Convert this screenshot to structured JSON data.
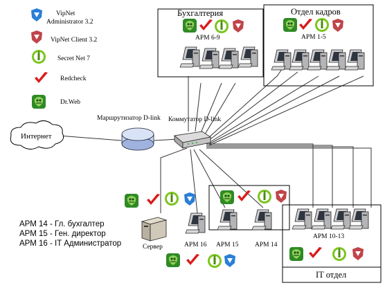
{
  "legend": [
    {
      "icon": "vipnet-administrator-icon",
      "label_line1": "VipNet",
      "label_line2": "Administrator 3.2",
      "color": "#2a7fd6"
    },
    {
      "icon": "vipnet-client-icon",
      "label_line1": "VipNet Client 3.2",
      "label_line2": "",
      "color": "#c0444a"
    },
    {
      "icon": "secret-net-icon",
      "label_line1": "Secret Net 7",
      "label_line2": "",
      "color": "#8ad12a"
    },
    {
      "icon": "redcheck-icon",
      "label_line1": "Redcheck",
      "label_line2": "",
      "color": "#d91c1c"
    },
    {
      "icon": "drweb-icon",
      "label_line1": "Dr.Web",
      "label_line2": "",
      "color": "#3c9a2c"
    }
  ],
  "network": {
    "internet": "Интернет",
    "router": "Маршрутизатор D-link",
    "switch": "Коммутатор D-link"
  },
  "zones": {
    "accounting": {
      "title": "Бухгалтерия",
      "workstations": "АРМ 6-9"
    },
    "hr": {
      "title": "Отдел   кадров",
      "workstations": "АРМ 1-5"
    },
    "it": {
      "title": "IT отдел",
      "workstations": "АРМ 10-13"
    }
  },
  "nodes": {
    "server": "Сервер",
    "arm16": "АРМ 16",
    "arm15": "АРМ 15",
    "arm14": "АРМ 14"
  },
  "notes": [
    "АРМ 14 - Гл. бухгалтер",
    "АРМ 15 - Ген. директор",
    "АРМ 16 - IT Администратор"
  ]
}
